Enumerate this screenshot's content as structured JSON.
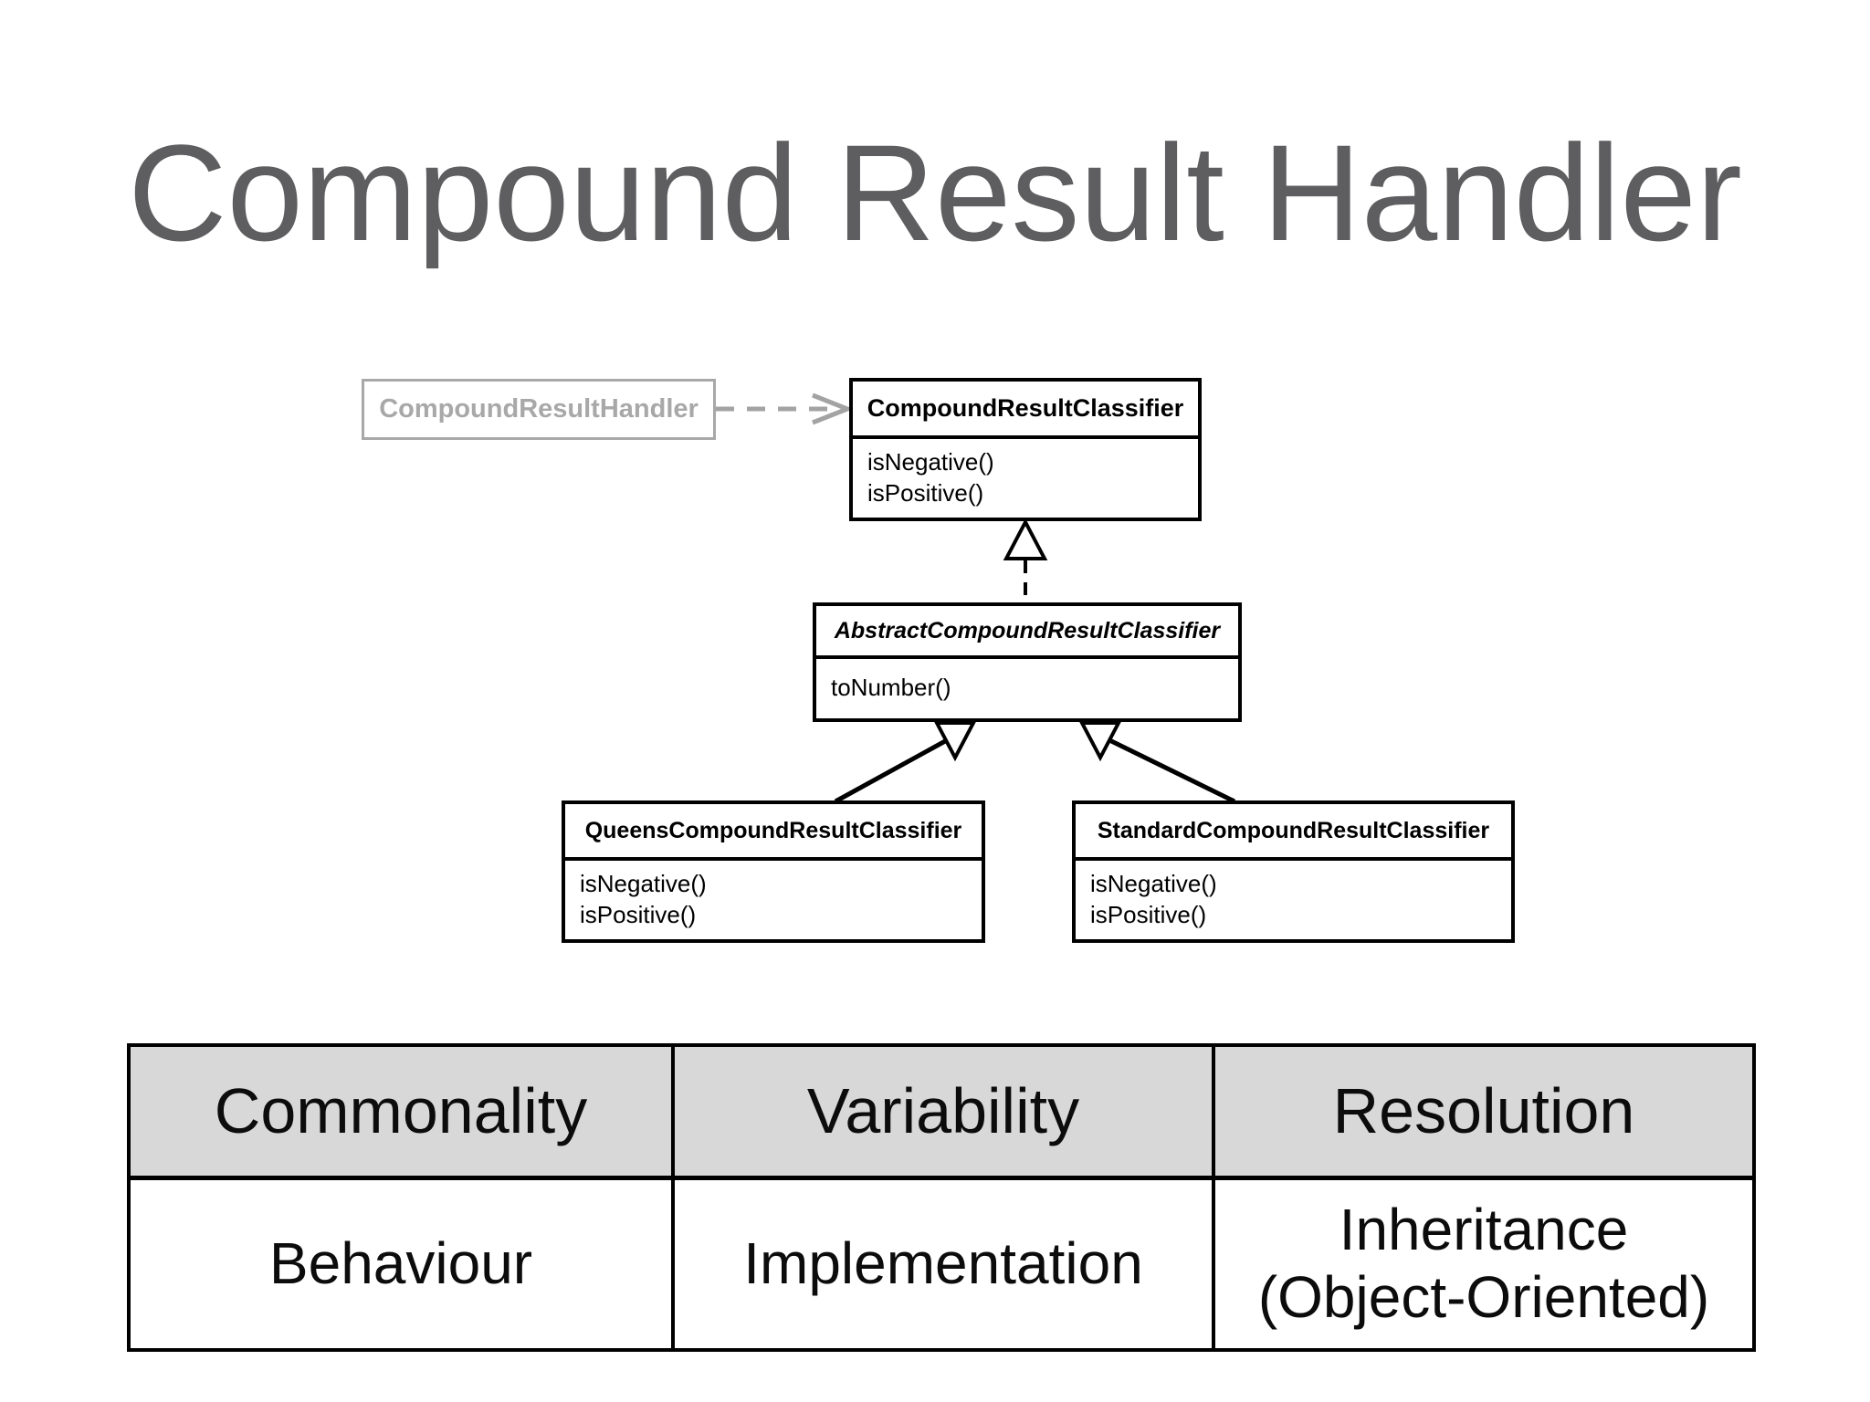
{
  "title": "Compound Result Handler",
  "diagram": {
    "handler": {
      "label": "CompoundResultHandler"
    },
    "classifier": {
      "name": "CompoundResultClassifier",
      "methods": [
        "isNegative()",
        "isPositive()"
      ]
    },
    "abstract": {
      "name": "AbstractCompoundResultClassifier",
      "methods": [
        "toNumber()"
      ]
    },
    "queens": {
      "name": "QueensCompoundResultClassifier",
      "methods": [
        "isNegative()",
        "isPositive()"
      ]
    },
    "standard": {
      "name": "StandardCompoundResultClassifier",
      "methods": [
        "isNegative()",
        "isPositive()"
      ]
    }
  },
  "table": {
    "headers": [
      "Commonality",
      "Variability",
      "Resolution"
    ],
    "row": [
      "Behaviour",
      "Implementation",
      "Inheritance (Object-Oriented)"
    ]
  },
  "colors": {
    "title_gray": "#5e5e60",
    "handler_gray": "#a8a8a8",
    "dependency_arrow_gray": "#a3a3a3",
    "line_black": "#000000",
    "table_header_bg": "#d8d8d8"
  }
}
